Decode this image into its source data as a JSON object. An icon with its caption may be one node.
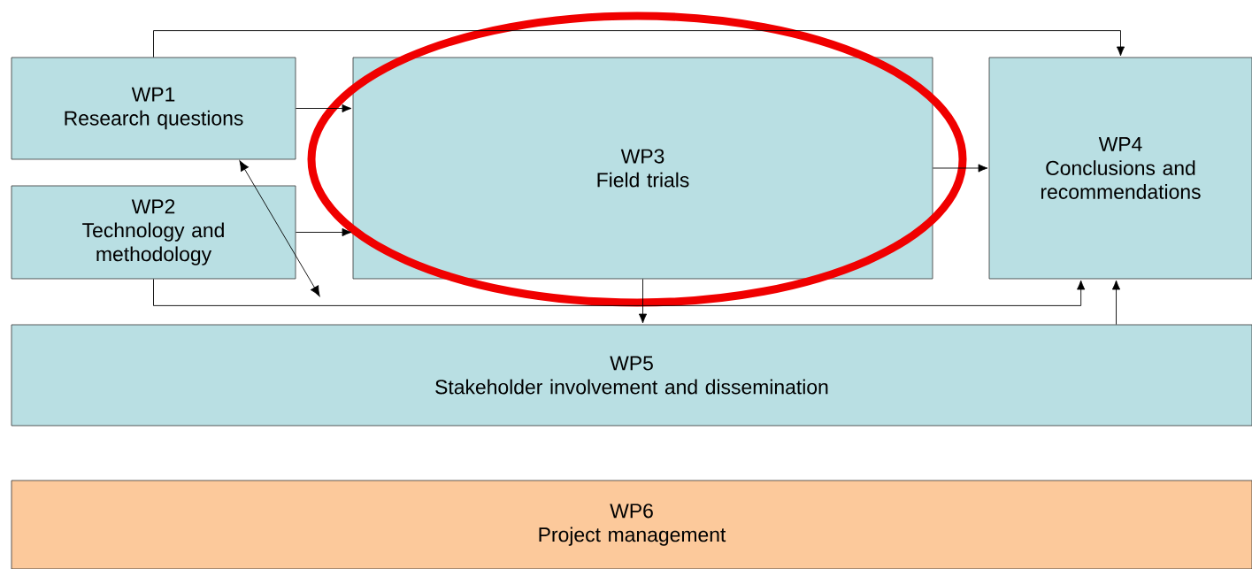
{
  "diagram": {
    "nodes": [
      {
        "text": [
          "WP1",
          "Research questions"
        ]
      },
      {
        "text": [
          "WP2",
          "Technology and methodology"
        ]
      },
      {
        "text": [
          "WP3",
          "Field trials"
        ]
      },
      {
        "text": [
          "WP4",
          "Conclusions and recommendations"
        ]
      },
      {
        "text": [
          "WP5",
          "Stakeholder involvement and dissemination"
        ]
      },
      {
        "text": [
          "WP6",
          "Project management"
        ]
      }
    ],
    "edges": [
      {
        "from": 0,
        "to": 3,
        "arrow": "to"
      },
      {
        "from": 0,
        "to": 2,
        "arrow": "to"
      },
      {
        "from": 1,
        "to": 2,
        "arrow": "to"
      },
      {
        "from": 2,
        "to": 3,
        "arrow": "to"
      },
      {
        "from": 2,
        "to": 4,
        "arrow": "to"
      },
      {
        "from": 1,
        "to": 3,
        "arrow": "to"
      },
      {
        "from": 4,
        "to": 3,
        "arrow": "to"
      },
      {
        "from": 0,
        "to": null,
        "arrow": "both"
      }
    ]
  }
}
